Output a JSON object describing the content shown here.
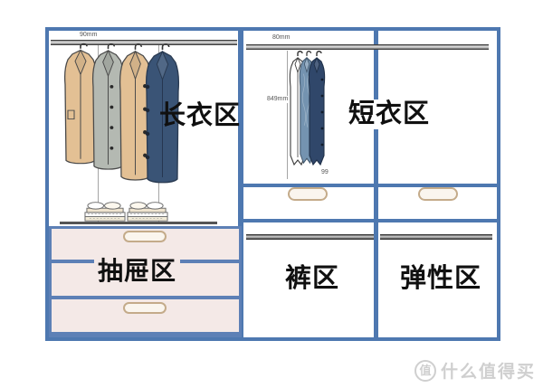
{
  "diagram": {
    "zones": {
      "long": {
        "label": "长衣区"
      },
      "short": {
        "label": "短衣区"
      },
      "drawer": {
        "label": "抽屉区"
      },
      "pants": {
        "label": "裤区"
      },
      "flex": {
        "label": "弹性区"
      }
    },
    "dimensions": {
      "left_rod": "90mm",
      "right_rod": "80mm",
      "short_section_height": "849mm",
      "short_section_width": "99"
    }
  },
  "watermark": {
    "logo_char": "值",
    "text": "什么值得买"
  },
  "colors": {
    "frame_blue": "#4e78b0",
    "drawer_separator_blue": "#5d80b6",
    "drawer_fill": "#f4e9e7",
    "handle_stroke": "#c4ab8a",
    "coat_tan": "#e3c094",
    "coat_gray": "#b4b9b2",
    "coat_navy": "#3a5476",
    "shirt_white": "#ffffff",
    "shirt_blue": "#7493b0",
    "shirt_navy": "#30476a",
    "stack_cream": "#f3ecd9",
    "label_black": "#101010",
    "watermark_gray": "#cfcfcf"
  }
}
